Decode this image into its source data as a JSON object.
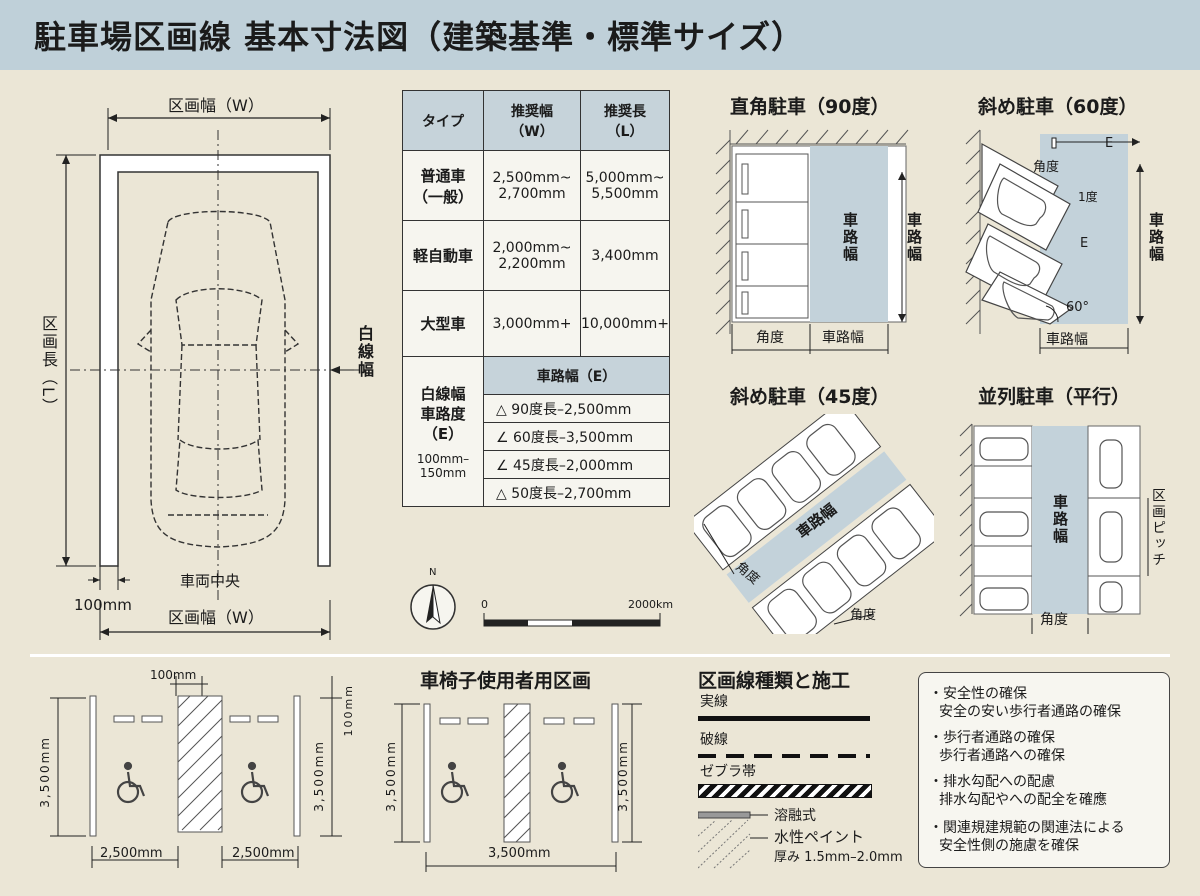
{
  "header": {
    "title": "駐車場区画線 基本寸法図（建築基準・標準サイズ）"
  },
  "main_plan": {
    "width_label_top": "区画幅（W）",
    "width_label_bottom": "区画幅（W）",
    "length_label": "区画長（L）",
    "line_width_label": "白線幅",
    "center_label": "車両中央",
    "offset_label": "100mm"
  },
  "spec_table": {
    "headers": [
      "タイプ",
      "推奨幅\n（W）",
      "推奨長\n（L）"
    ],
    "rows": [
      [
        "普通車\n（一般）",
        "2,500mm~\n2,700mm",
        "5,000mm~\n5,500mm"
      ],
      [
        "軽自動車",
        "2,000mm~\n2,200mm",
        "3,400mm"
      ],
      [
        "大型車",
        "3,000mm+",
        "10,000mm+"
      ]
    ],
    "aisle_row_label": "白線幅\n車路度\n（E）",
    "aisle_row_sub": "100mm–\n150mm",
    "aisle_header": "車路幅（E）",
    "aisle_items": [
      "△ 90度長–2,500mm",
      "∠ 60度長–3,500mm",
      "∠ 45度長–2,000mm",
      "△ 50度長–2,700mm"
    ]
  },
  "compass": {
    "north": "N"
  },
  "scale": {
    "start": "0",
    "end": "2000km"
  },
  "diagrams": {
    "perpendicular": {
      "title": "直角駐車（90度）",
      "aisle": "車路幅",
      "aisle_bottom": "車路幅",
      "angle": "角度",
      "side": "車路幅"
    },
    "angled60": {
      "title": "斜め駐車（60度）",
      "e_top": "E",
      "angle": "角度",
      "deg1": "1度",
      "e_mid": "E",
      "deg60": "60°",
      "side": "車路幅",
      "aisle_bottom": "車路幅"
    },
    "angled45": {
      "title": "斜め駐車（45度）",
      "aisle": "車路幅",
      "angle1": "角度",
      "angle2": "角度"
    },
    "parallel": {
      "title": "並列駐車（平行）",
      "aisle": "車路幅",
      "pitch": "区画ピッチ",
      "angle": "角度"
    }
  },
  "bottom_left": {
    "top_dim": "100mm",
    "right_top": "100mm",
    "left_h": "3,500mm",
    "right_h": "3,500mm",
    "w1": "2,500mm",
    "w2": "2,500mm"
  },
  "wheelchair": {
    "title": "車椅子使用者用区画",
    "left_h": "3,500mm",
    "right_h": "3,500mm",
    "w": "3,500mm"
  },
  "line_types": {
    "title": "区画線種類と施工",
    "solid": "実線",
    "dashed": "破線",
    "zebra": "ゼブラ帯",
    "melt": "溶融式",
    "paint": "水性ペイント",
    "thickness": "厚み 1.5mm–2.0mm"
  },
  "notes": {
    "items": [
      [
        "・安全性の確保",
        "安全の安い歩行者通路の確保"
      ],
      [
        "・歩行者通路の確保",
        "歩行者通路への確保"
      ],
      [
        "・排水勾配への配慮",
        "排水勾配やへの配全を確應"
      ],
      [
        "・関連規建規範の関連法による",
        "安全性側の施慮を確保"
      ]
    ]
  }
}
